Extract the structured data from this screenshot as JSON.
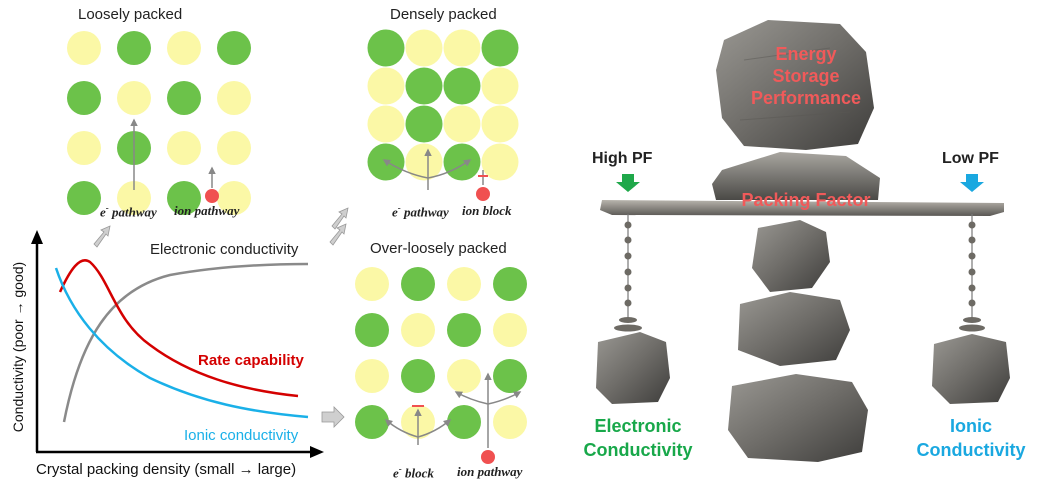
{
  "packing": {
    "loose": {
      "title": "Loosely packed",
      "grid": [
        [
          "Y",
          "G",
          "Y",
          "G"
        ],
        [
          "G",
          "Y",
          "G",
          "Y"
        ],
        [
          "Y",
          "G",
          "Y",
          "Y"
        ],
        [
          "G",
          "Y",
          "G",
          "Y"
        ]
      ],
      "e_label": "e",
      "e_sup": "-",
      "e_suffix": " pathway",
      "ion_label": "ion pathway"
    },
    "dense": {
      "title": "Densely packed",
      "grid": [
        [
          "G",
          "Y",
          "Y",
          "G"
        ],
        [
          "Y",
          "G",
          "G",
          "Y"
        ],
        [
          "Y",
          "G",
          "Y",
          "Y"
        ],
        [
          "G",
          "Y",
          "G",
          "Y"
        ]
      ],
      "e_label": "e",
      "e_sup": "-",
      "e_suffix": " pathway",
      "ion_label": "ion block"
    },
    "overloose": {
      "title": "Over-loosely packed",
      "grid": [
        [
          "Y",
          "G",
          "Y",
          "G"
        ],
        [
          "G",
          "Y",
          "G",
          "Y"
        ],
        [
          "Y",
          "G",
          "Y",
          "G"
        ],
        [
          "G",
          "Y",
          "G",
          "Y"
        ]
      ],
      "e_label": "e",
      "e_sup": "-",
      "e_suffix": " block",
      "ion_label": "ion pathway"
    }
  },
  "chart_data": {
    "type": "line",
    "xlabel": "Crystal packing density (small → large)",
    "ylabel": "Conductivity (poor → good)",
    "series": [
      {
        "name": "Electronic conductivity",
        "color": "#8a8a8a"
      },
      {
        "name": "Rate capability",
        "color": "#d40000"
      },
      {
        "name": "Ionic conductivity",
        "color": "#1ab0e8"
      }
    ]
  },
  "stones": {
    "top_text": [
      "Energy",
      "Storage",
      "Performance"
    ],
    "beam_text": "Packing Factor",
    "high_pf": "High PF",
    "low_pf": "Low PF",
    "left_label": [
      "Electronic",
      "Conductivity"
    ],
    "right_label": [
      "Ionic",
      "Conductivity"
    ]
  },
  "colors": {
    "green_circle": "#6cc24a",
    "yellow_circle": "#fbf8a6",
    "electronic_text": "#18a84a",
    "ionic_text": "#1aa8e0",
    "energy_text": "#f05a5a",
    "red_dot": "#f05050"
  }
}
